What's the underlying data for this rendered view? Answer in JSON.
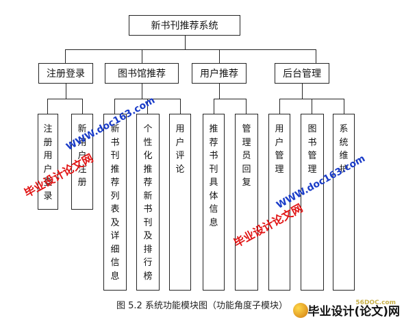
{
  "diagram": {
    "root": "新书刊推荐系统",
    "groups": [
      {
        "label": "注册登录",
        "children": [
          "注册用户登录",
          "新用户注册"
        ]
      },
      {
        "label": "图书馆推荐",
        "children": [
          "新书刊推荐列表及详细信息",
          "个性化推荐新书刊及排行榜",
          "用户评论"
        ]
      },
      {
        "label": "用户推荐",
        "children": [
          "推荐书刊具体信息",
          "管理员回复"
        ]
      },
      {
        "label": "后台管理",
        "children": [
          "用户管理",
          "图书管理",
          "系统维护"
        ]
      }
    ]
  },
  "caption": "图 5.2  系统功能模块图（功能角度子模块）",
  "watermarks": {
    "slogan": "毕业设计论文网",
    "site": "WWW.doc163.com"
  },
  "logo": {
    "site": "56DOC.com",
    "text": "毕业设计(论文)网"
  },
  "colors": {
    "watermark_red": "#e11414",
    "watermark_blue": "#1a3cc8",
    "lines": "#222222"
  }
}
